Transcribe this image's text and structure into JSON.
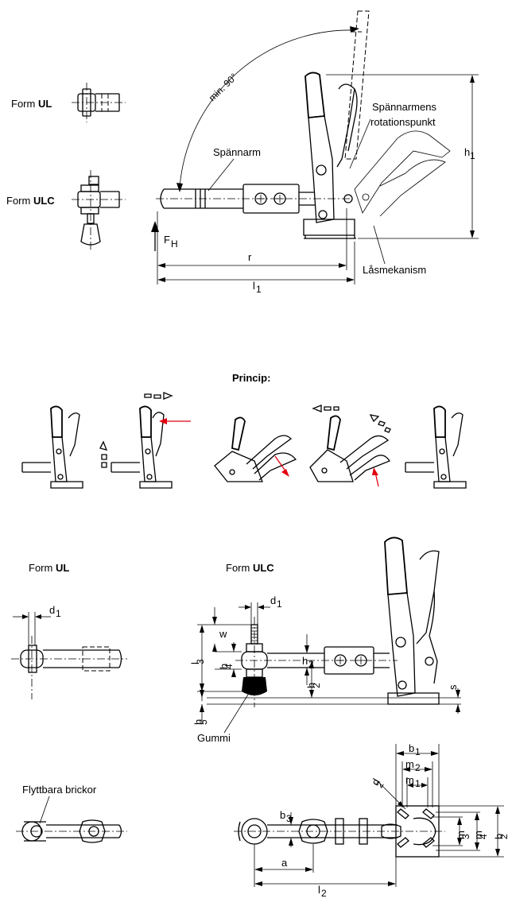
{
  "top_view": {
    "form_ul_prefix": "Form ",
    "form_ul_code": "UL",
    "form_ulc_prefix": "Form ",
    "form_ulc_code": "ULC",
    "angle_label": "min. 90°",
    "arm_label": "Spännarm",
    "pivot_label_line1": "Spännarmens",
    "pivot_label_line2": "rotationspunkt",
    "lock_label": "Låsmekanism",
    "force_label": "F",
    "force_sub": "H",
    "r_label": "r",
    "l1_label": "l",
    "l1_sub": "1",
    "h1_label": "h",
    "h1_sub": "1"
  },
  "principle": {
    "title": "Princip:"
  },
  "dims_view": {
    "form_ul_prefix": "Form ",
    "form_ul_code": "UL",
    "form_ulc_prefix": "Form ",
    "form_ulc_code": "ULC",
    "d1": [
      "d",
      "1"
    ],
    "d1b": [
      "d",
      "1"
    ],
    "w": "w",
    "l3": [
      "l",
      "3"
    ],
    "h4": [
      "h",
      "4"
    ],
    "h3": [
      "h",
      "3"
    ],
    "h2": [
      "h",
      "2"
    ],
    "s": "s",
    "h5": [
      "h",
      "5"
    ],
    "rubber_label": "Gummi"
  },
  "bottom_view": {
    "washers_label": "Flyttbara brickor",
    "b1": [
      "b",
      "1"
    ],
    "m2": [
      "m",
      "2"
    ],
    "m1": [
      "m",
      "1"
    ],
    "d2": [
      "d",
      "2"
    ],
    "b3": [
      "b",
      "3"
    ],
    "m3": [
      "m",
      "3"
    ],
    "m4": [
      "m",
      "4"
    ],
    "b2": [
      "b",
      "2"
    ],
    "a": "a",
    "l2": [
      "l",
      "2"
    ]
  }
}
